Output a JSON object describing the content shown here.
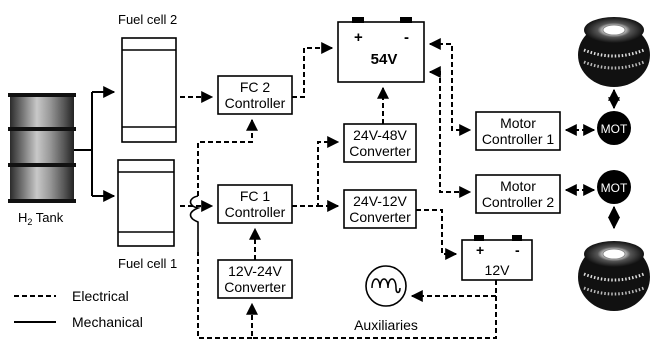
{
  "labels": {
    "fuel_cell_2": "Fuel cell 2",
    "fuel_cell_1": "Fuel cell 1",
    "tank_h": "H",
    "tank_sub": "2",
    "tank_rest": " Tank",
    "fc2_line1": "FC 2",
    "fc2_line2": "Controller",
    "fc1_line1": "FC 1",
    "fc1_line2": "Controller",
    "conv_24_48_line1": "24V-48V",
    "conv_24_48_line2": "Converter",
    "conv_24_12_line1": "24V-12V",
    "conv_24_12_line2": "Converter",
    "conv_12_24_line1": "12V-24V",
    "conv_12_24_line2": "Converter",
    "battery_54": "54V",
    "battery_12": "12V",
    "plus": "+",
    "minus": "-",
    "motor_ctrl1_line1": "Motor",
    "motor_ctrl1_line2": "Controller 1",
    "motor_ctrl2_line1": "Motor",
    "motor_ctrl2_line2": "Controller 2",
    "mot": "MOT",
    "auxiliaries": "Auxiliaries"
  },
  "legend": {
    "electrical": "Electrical",
    "mechanical": "Mechanical"
  }
}
